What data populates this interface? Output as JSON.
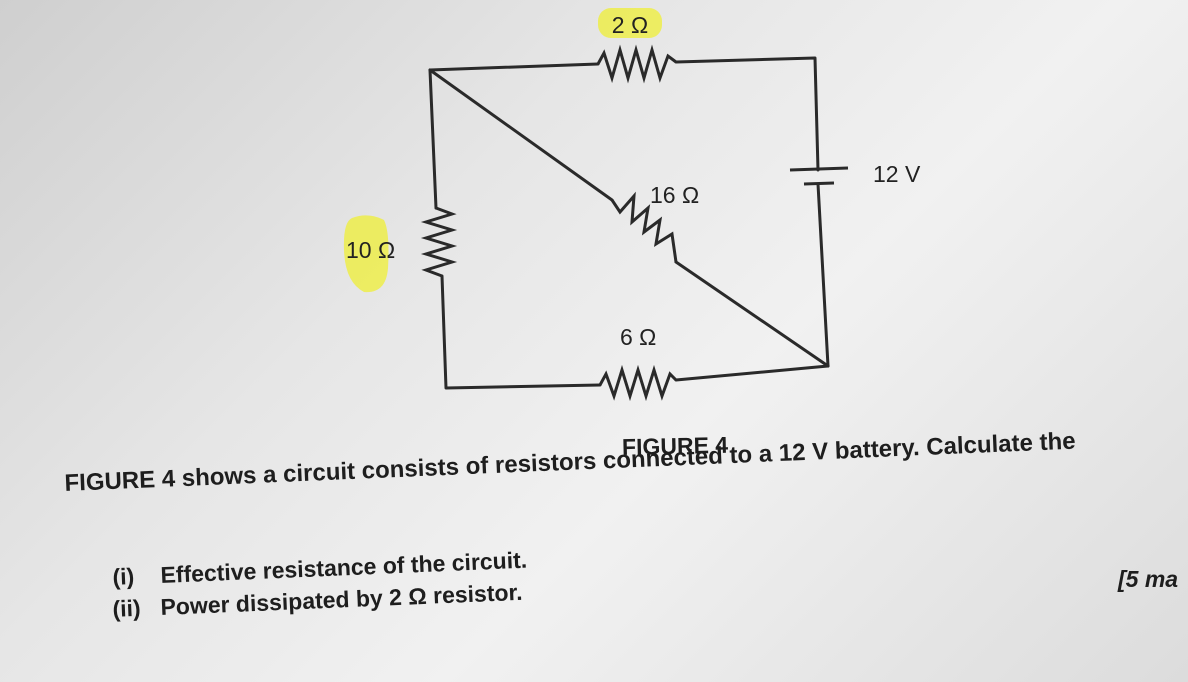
{
  "figure": {
    "labels": {
      "r_top": "2 Ω",
      "r_left": "10 Ω",
      "r_diag": "16 Ω",
      "r_bottom": "6 Ω",
      "battery": "12 V"
    },
    "caption": "FIGURE 4",
    "highlight_color": "#eded4a"
  },
  "question": {
    "stem": "FIGURE 4 shows a circuit consists of resistors connected to a 12 V battery. Calculate the",
    "parts": [
      {
        "num": "(i)",
        "text": "Effective resistance of the circuit."
      },
      {
        "num": "(ii)",
        "text": "Power dissipated by 2 Ω resistor."
      }
    ],
    "marks": "[5 ma"
  }
}
